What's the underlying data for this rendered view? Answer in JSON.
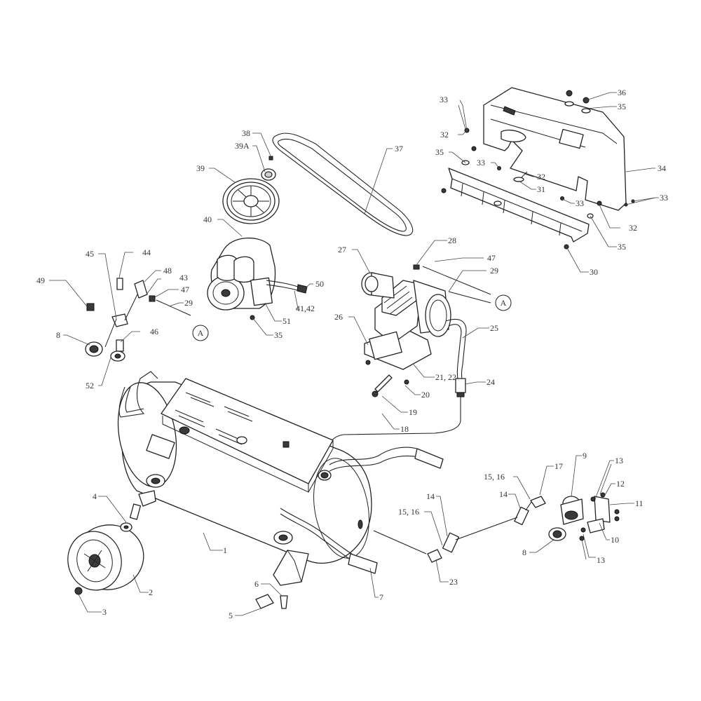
{
  "callouts": [
    {
      "id": "c1",
      "text": "1"
    },
    {
      "id": "c2",
      "text": "2"
    },
    {
      "id": "c3",
      "text": "3"
    },
    {
      "id": "c4",
      "text": "4"
    },
    {
      "id": "c5",
      "text": "5"
    },
    {
      "id": "c6",
      "text": "6"
    },
    {
      "id": "c7",
      "text": "7"
    },
    {
      "id": "c8a",
      "text": "8"
    },
    {
      "id": "c8b",
      "text": "8"
    },
    {
      "id": "c9",
      "text": "9"
    },
    {
      "id": "c10",
      "text": "10"
    },
    {
      "id": "c11",
      "text": "11"
    },
    {
      "id": "c12",
      "text": "12"
    },
    {
      "id": "c13a",
      "text": "13"
    },
    {
      "id": "c13b",
      "text": "13"
    },
    {
      "id": "c14a",
      "text": "14"
    },
    {
      "id": "c14b",
      "text": "14"
    },
    {
      "id": "c1516a",
      "text": "15, 16"
    },
    {
      "id": "c1516b",
      "text": "15, 16"
    },
    {
      "id": "c17",
      "text": "17"
    },
    {
      "id": "c18",
      "text": "18"
    },
    {
      "id": "c19",
      "text": "19"
    },
    {
      "id": "c20",
      "text": "20"
    },
    {
      "id": "c2122",
      "text": "21, 22"
    },
    {
      "id": "c23",
      "text": "23"
    },
    {
      "id": "c24",
      "text": "24"
    },
    {
      "id": "c25",
      "text": "25"
    },
    {
      "id": "c26",
      "text": "26"
    },
    {
      "id": "c27",
      "text": "27"
    },
    {
      "id": "c28",
      "text": "28"
    },
    {
      "id": "c29a",
      "text": "29"
    },
    {
      "id": "c29b",
      "text": "29"
    },
    {
      "id": "c30",
      "text": "30"
    },
    {
      "id": "c31",
      "text": "31"
    },
    {
      "id": "c32a",
      "text": "32"
    },
    {
      "id": "c32b",
      "text": "32"
    },
    {
      "id": "c32c",
      "text": "32"
    },
    {
      "id": "c33a",
      "text": "33"
    },
    {
      "id": "c33b",
      "text": "33"
    },
    {
      "id": "c33c",
      "text": "33"
    },
    {
      "id": "c33d",
      "text": "33"
    },
    {
      "id": "c34",
      "text": "34"
    },
    {
      "id": "c35a",
      "text": "35"
    },
    {
      "id": "c35b",
      "text": "35"
    },
    {
      "id": "c35c",
      "text": "35"
    },
    {
      "id": "c35d",
      "text": "35"
    },
    {
      "id": "c36",
      "text": "36"
    },
    {
      "id": "c37",
      "text": "37"
    },
    {
      "id": "c38",
      "text": "38"
    },
    {
      "id": "c39",
      "text": "39"
    },
    {
      "id": "c39A",
      "text": "39A"
    },
    {
      "id": "c40",
      "text": "40"
    },
    {
      "id": "c4142",
      "text": "41,42"
    },
    {
      "id": "c43",
      "text": "43"
    },
    {
      "id": "c44",
      "text": "44"
    },
    {
      "id": "c45",
      "text": "45"
    },
    {
      "id": "c46",
      "text": "46"
    },
    {
      "id": "c47a",
      "text": "47"
    },
    {
      "id": "c47b",
      "text": "47"
    },
    {
      "id": "c48",
      "text": "48"
    },
    {
      "id": "c49",
      "text": "49"
    },
    {
      "id": "c50",
      "text": "50"
    },
    {
      "id": "c51",
      "text": "51"
    },
    {
      "id": "c52",
      "text": "52"
    }
  ],
  "connectors": [
    {
      "id": "conn-a-left",
      "text": "A"
    },
    {
      "id": "conn-a-right",
      "text": "A"
    }
  ]
}
